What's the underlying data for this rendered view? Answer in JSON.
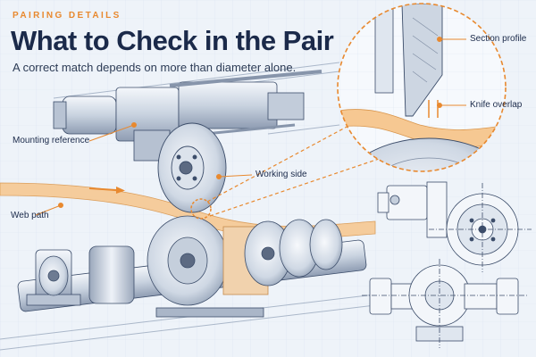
{
  "header": {
    "eyebrow": "PAIRING DETAILS",
    "title": "What to Check in the Pair",
    "subtitle": "A correct match depends on more than diameter alone."
  },
  "callouts": {
    "section_profile": "Section profile",
    "knife_overlap": "Knife overlap",
    "mounting_reference": "Mounting reference",
    "working_side": "Working side",
    "web_path": "Web path"
  },
  "colors": {
    "accent": "#e8892f",
    "title": "#1b2a4a",
    "line": "#3c4d6a",
    "background": "#eef3f9",
    "web": "#f6c892"
  }
}
